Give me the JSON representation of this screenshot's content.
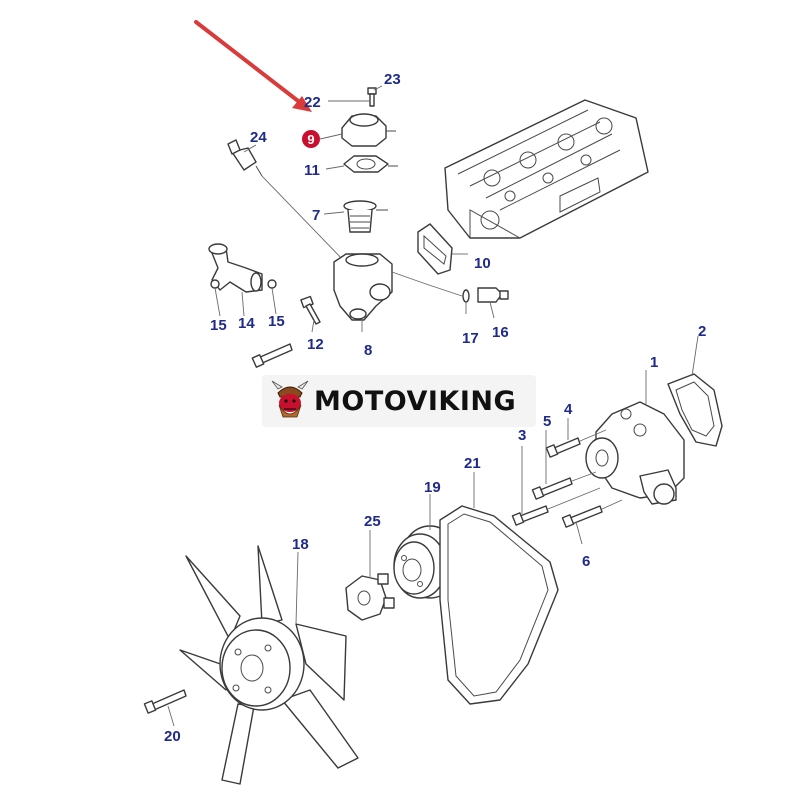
{
  "brand": {
    "name": "MOTOVIKING"
  },
  "highlight": {
    "label": "9",
    "color": "#c8102e"
  },
  "colors": {
    "callout": "#1f2a8a",
    "arrow": "#d93a3a",
    "line": "#3a3a3a"
  },
  "callouts": {
    "c1": "1",
    "c2": "2",
    "c3": "3",
    "c4": "4",
    "c5": "5",
    "c6": "6",
    "c7": "7",
    "c8": "8",
    "c10": "10",
    "c11": "11",
    "c12": "12",
    "c14": "14",
    "c15a": "15",
    "c15b": "15",
    "c16": "16",
    "c17": "17",
    "c18": "18",
    "c19": "19",
    "c20": "20",
    "c21": "21",
    "c22": "22",
    "c23": "23",
    "c24": "24",
    "c25": "25"
  }
}
